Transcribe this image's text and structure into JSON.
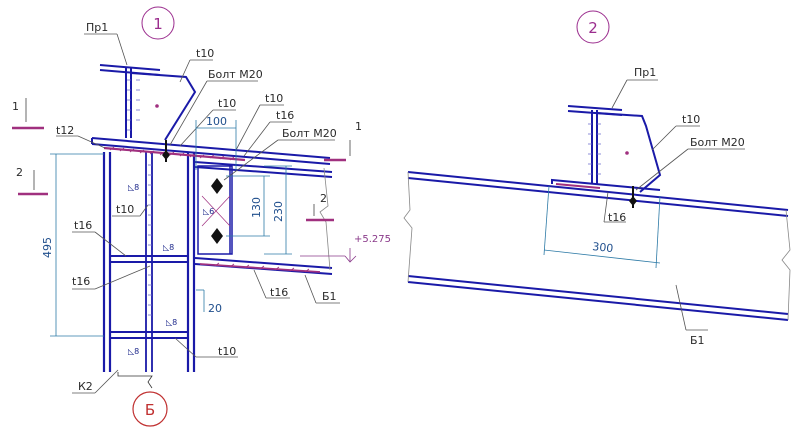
{
  "view1": {
    "marker": "1",
    "labels": {
      "pr1": "Пр1",
      "t10_top": "t10",
      "bolt_upper": "Болт М20",
      "t10_plate": "t10",
      "t10_plate2": "t10",
      "t16_right": "t16",
      "bolt_lower": "Болт М20",
      "t12": "t12",
      "t10_left": "t10",
      "t16_left": "t16",
      "t16_mid": "t16",
      "t16_bottom": "t16",
      "t10_bottom": "t10",
      "k2": "К2",
      "b1": "Б1"
    },
    "dimensions": {
      "d100": "100",
      "d130": "130",
      "d230": "230",
      "d495": "495",
      "d20": "20"
    },
    "welds": {
      "w1": "8",
      "w2": "6",
      "w3": "8",
      "w4": "8",
      "w5": "8"
    },
    "section_marks": {
      "s1_left": "1",
      "s1_right": "1",
      "s2_left": "2",
      "s2_right": "2"
    },
    "level": "+5.275",
    "axis": "Б"
  },
  "view2": {
    "marker": "2",
    "labels": {
      "pr1": "Пр1",
      "t10": "t10",
      "bolt": "Болт М20",
      "t16": "t16",
      "b1": "Б1"
    },
    "dimensions": {
      "d300": "300"
    }
  }
}
